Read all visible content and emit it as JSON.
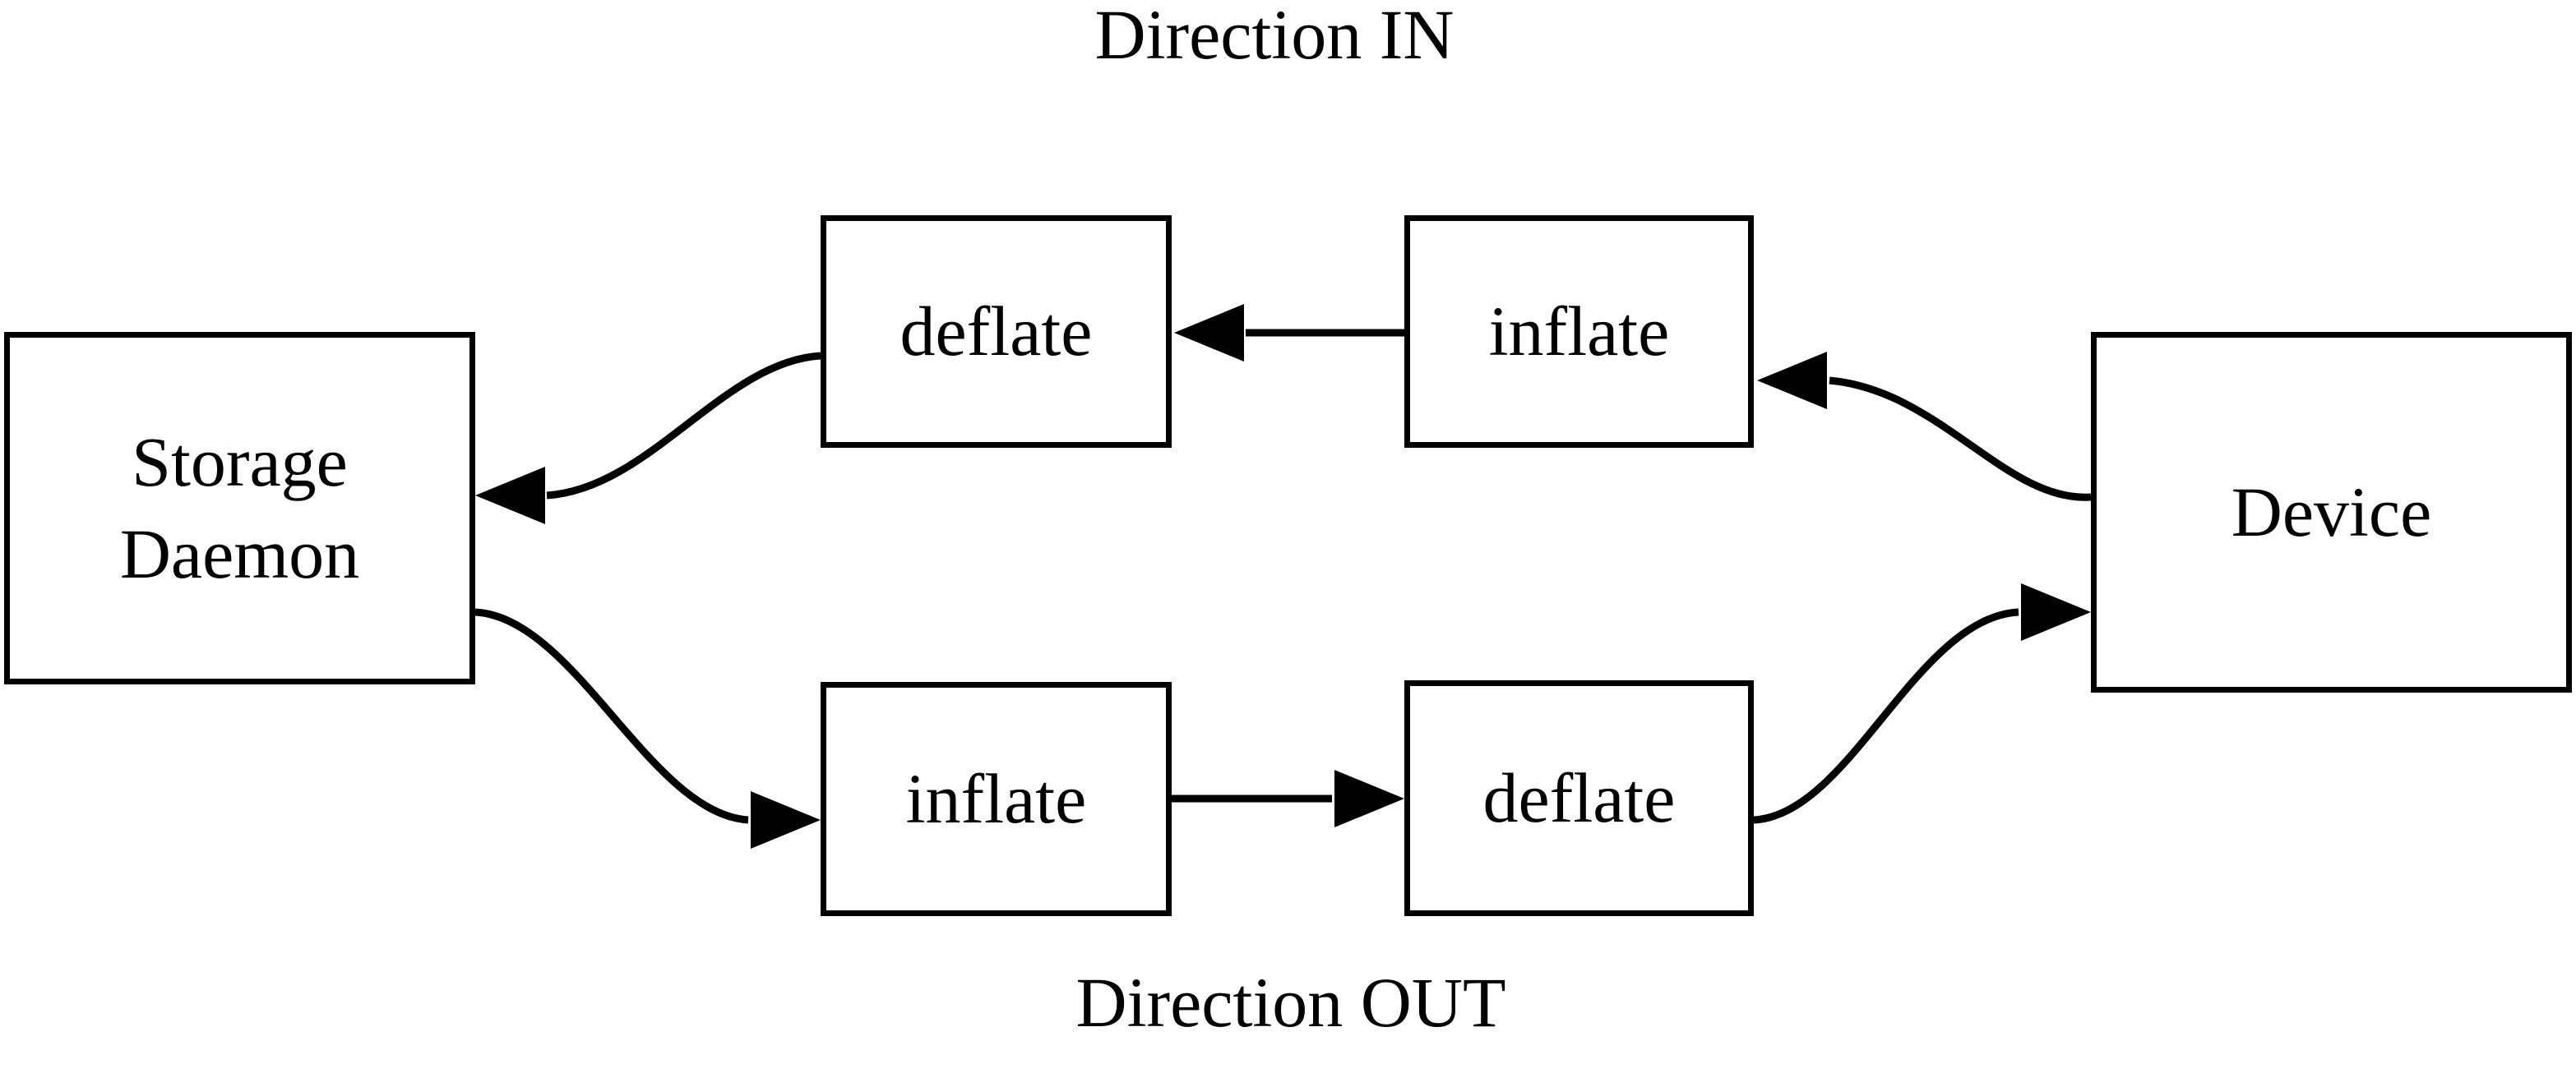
{
  "diagram": {
    "title_top": "Direction IN",
    "title_bottom": "Direction OUT",
    "background_color": "#ffffff",
    "line_color": "#000000",
    "nodes": {
      "storage_daemon_line1": "Storage",
      "storage_daemon_line2": "Daemon",
      "in_deflate": "deflate",
      "in_inflate": "inflate",
      "device": "Device",
      "out_inflate": "inflate",
      "out_deflate": "deflate"
    },
    "flows": {
      "in": [
        "Device",
        "inflate",
        "deflate",
        "Storage Daemon"
      ],
      "out": [
        "Storage Daemon",
        "inflate",
        "deflate",
        "Device"
      ]
    }
  }
}
